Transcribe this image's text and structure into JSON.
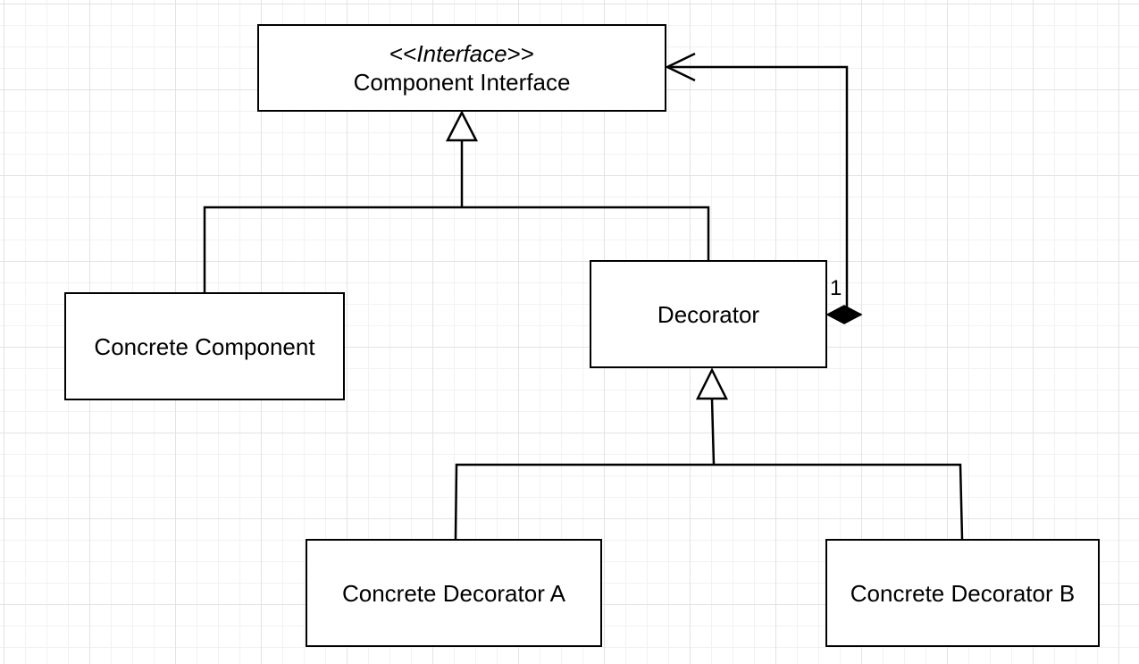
{
  "diagram": {
    "nodes": {
      "component_interface": {
        "stereotype_open": "<<",
        "stereotype": "Interface",
        "stereotype_close": ">>",
        "name": "Component Interface"
      },
      "concrete_component": {
        "name": "Concrete Component"
      },
      "decorator": {
        "name": "Decorator"
      },
      "concrete_decorator_a": {
        "name": "Concrete Decorator A"
      },
      "concrete_decorator_b": {
        "name": "Concrete Decorator B"
      }
    },
    "edges": [
      {
        "from": "Concrete Component",
        "to": "Component Interface",
        "type": "realization"
      },
      {
        "from": "Decorator",
        "to": "Component Interface",
        "type": "realization"
      },
      {
        "from": "Concrete Decorator A",
        "to": "Decorator",
        "type": "inheritance"
      },
      {
        "from": "Concrete Decorator B",
        "to": "Decorator",
        "type": "inheritance"
      },
      {
        "from": "Decorator",
        "to": "Component Interface",
        "type": "composition",
        "multiplicity": "1"
      }
    ]
  },
  "colors": {
    "line": "#000000",
    "box_fill": "#ffffff",
    "grid": "#e3e3e3"
  }
}
